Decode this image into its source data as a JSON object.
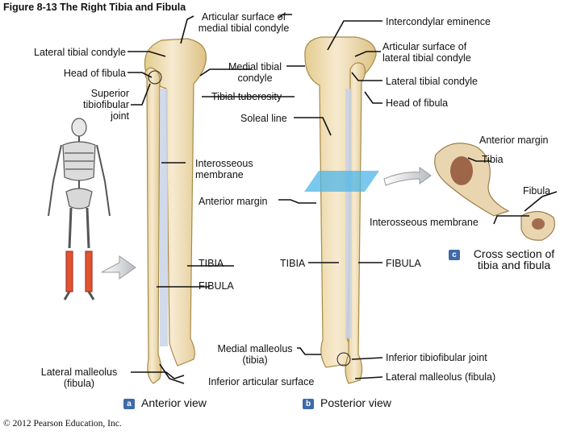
{
  "figure": {
    "title": "Figure 8-13  The Right Tibia and Fibula",
    "copyright": "© 2012 Pearson Education, Inc."
  },
  "anterior": {
    "lateral_tibial_condyle": "Lateral tibial condyle",
    "head_of_fibula": "Head of fibula",
    "superior_joint": [
      "Superior",
      "tibiofibular",
      "joint"
    ],
    "articular_medial": [
      "Articular surface of",
      "medial tibial condyle"
    ],
    "medial_condyle": [
      "Medial tibial",
      "condyle"
    ],
    "tibial_tuberosity": "Tibial tuberosity",
    "interosseous": [
      "Interosseous",
      "membrane"
    ],
    "anterior_margin": "Anterior margin",
    "tibia": "TIBIA",
    "fibula": "FIBULA",
    "lateral_malleolus": [
      "Lateral malleolus",
      "(fibula)"
    ],
    "medial_malleolus": [
      "Medial malleolus",
      "(tibia)"
    ],
    "inferior_articular": "Inferior articular surface",
    "badge": "a",
    "view": "Anterior view"
  },
  "posterior": {
    "intercondylar": "Intercondylar eminence",
    "articular_lateral": [
      "Articular surface of",
      "lateral tibial condyle"
    ],
    "lateral_condyle": "Lateral tibial condyle",
    "head_of_fibula": "Head of fibula",
    "soleal_line": "Soleal line",
    "interosseous": "Interosseous membrane",
    "tibia": "TIBIA",
    "fibula": "FIBULA",
    "inferior_joint": "Inferior tibiofibular joint",
    "lateral_malleolus": "Lateral malleolus (fibula)",
    "badge": "b",
    "view": "Posterior view"
  },
  "cross_section": {
    "anterior_margin": "Anterior margin",
    "tibia": "Tibia",
    "fibula": "Fibula",
    "badge": "c",
    "title": [
      "Cross section of",
      "tibia and fibula"
    ]
  },
  "colors": {
    "bone": "#f0dca8",
    "bone_shade": "#d9bf80",
    "membrane": "#c9d3e6",
    "muscle_highlight": "#e0552c",
    "plane": "#4db6e8",
    "badge": "#3e6aa8"
  }
}
